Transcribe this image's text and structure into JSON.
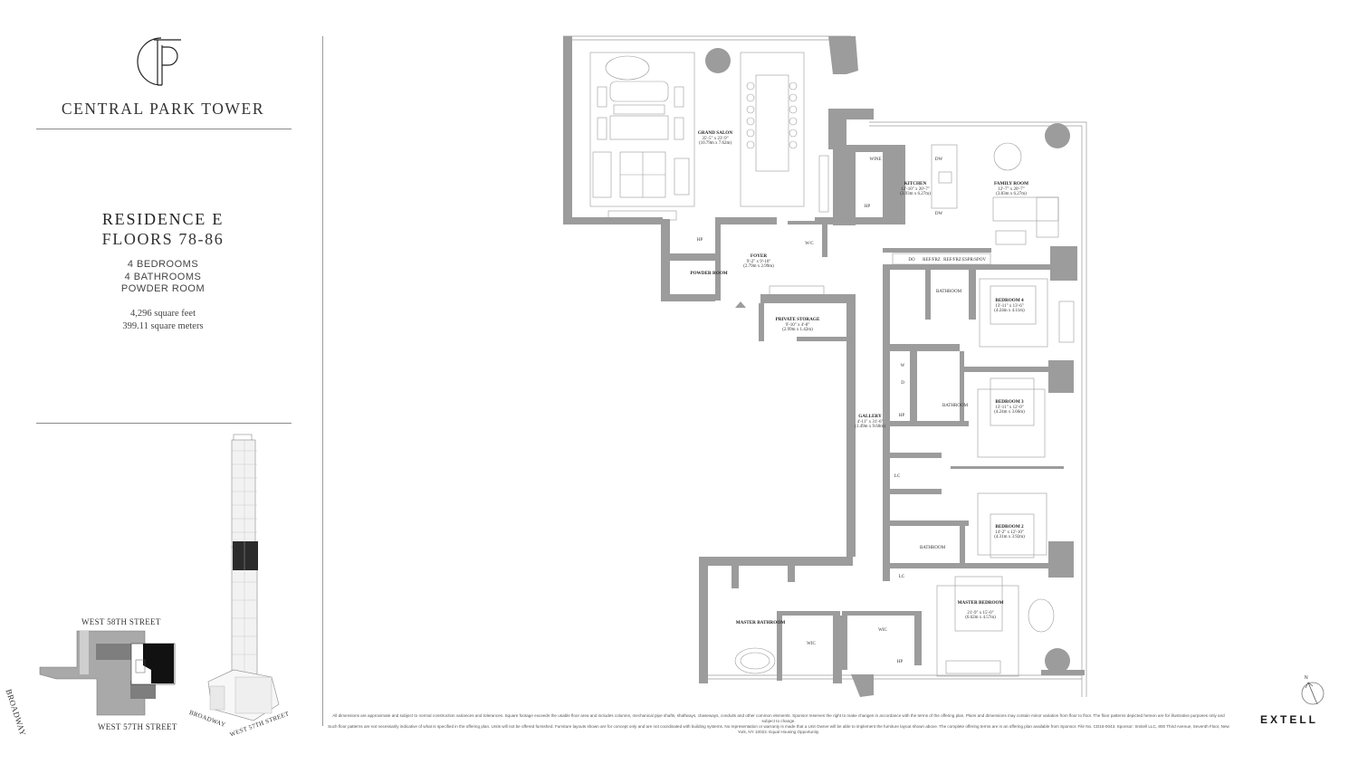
{
  "brand": {
    "name": "CENTRAL PARK TOWER",
    "logo_icon": "cpt-monogram-icon"
  },
  "residence": {
    "title": "RESIDENCE E",
    "floors": "FLOORS 78-86",
    "features": [
      "4 BEDROOMS",
      "4 BATHROOMS",
      "POWDER ROOM"
    ],
    "area_sqft": "4,296 square feet",
    "area_sqm": "399.11 square meters"
  },
  "site_plan": {
    "north_street": "WEST 58TH STREET",
    "south_street": "WEST 57TH STREET",
    "west_street": "BROADWAY"
  },
  "tower_view": {
    "street_a": "BROADWAY",
    "street_b": "WEST 57TH STREET"
  },
  "rooms": {
    "grand_salon": {
      "name": "GRAND SALON",
      "dim": "35'-5\" x 23'-9\"",
      "metric": "(10.79m x 7.62m)"
    },
    "kitchen": {
      "name": "KITCHEN",
      "dim": "12'-10\" x 20'-7\"",
      "metric": "(3.93m x 6.27m)"
    },
    "family_room": {
      "name": "FAMILY ROOM",
      "dim": "12'-7\" x 20'-7\"",
      "metric": "(3.83m x 6.27m)"
    },
    "foyer": {
      "name": "FOYER",
      "dim": "9'-2\" x 9'-10\"",
      "metric": "(2.79m x 2.99m)"
    },
    "powder_room": {
      "name": "POWDER ROOM"
    },
    "private_storage": {
      "name": "PRIVATE STORAGE",
      "dim": "9'-10\" x 4'-8\"",
      "metric": "(2.99m x 1.42m)"
    },
    "gallery": {
      "name": "GALLERY",
      "dim": "4'-11\" x 31'-6\"",
      "metric": "(1.49m x 9.60m)"
    },
    "bedroom4": {
      "name": "BEDROOM 4",
      "dim": "13'-11\" x 13'-6\"",
      "metric": "(4.24m x 4.11m)"
    },
    "bedroom3": {
      "name": "BEDROOM 3",
      "dim": "13'-11\" x 12'-0\"",
      "metric": "(4.24m x 3.66m)"
    },
    "bedroom2": {
      "name": "BEDROOM 2",
      "dim": "14'-2\" x 12'-10\"",
      "metric": "(4.31m x 3.92m)"
    },
    "master_bedroom": {
      "name": "MASTER BEDROOM",
      "dim": "21'-9\" x 15'-0\"",
      "metric": "(6.62m x 4.57m)"
    },
    "master_bathroom": {
      "name": "MASTER BATHROOM"
    },
    "bathroom": "BATHROOM",
    "wic": "W/C",
    "wic2": "WIC",
    "hp": "HP",
    "wine": "WINE",
    "dw": "DW",
    "do": "DO",
    "ref_frz": "REF/FRZ",
    "espr": "ESPR/SPOV",
    "w": "W",
    "d": "D",
    "lc": "LC"
  },
  "disclaimer": {
    "line1": "All dimensions are approximate and subject to normal construction variances and tolerances. Square footage exceeds the usable floor area and includes columns, mechanical pipe shafts, shaftways, chaseways, conduits and other common elements. Sponsor reserves the right to make changes in accordance with the terms of the offering plan. Plans and dimensions may contain minor variation from floor to floor. The floor patterns depicted hereon are for illustrative purposes only and subject to change.",
    "line2": "Such floor patterns are not necessarily indicative of what is specified in the offering plan. Units will not be offered furnished. Furniture layouts shown are for concept only and are not coordinated with building systems. No representation or warranty is made that a Unit Owner will be able to implement the furniture layout shown above. The complete offering terms are in an offering plan available from Sponsor. File No. CD16-0043. Sponsor: Smitell LLC, 800 Third Avenue, Seventh Floor, New York, NY 10022. Equal Housing Opportunity."
  },
  "developer": {
    "name": "EXTELL"
  },
  "compass": {
    "label": "N"
  },
  "colors": {
    "wall": "#9c9c9c",
    "line": "#8c8c8c",
    "text": "#2a2a2a",
    "highlight": "#1a1a1a"
  }
}
